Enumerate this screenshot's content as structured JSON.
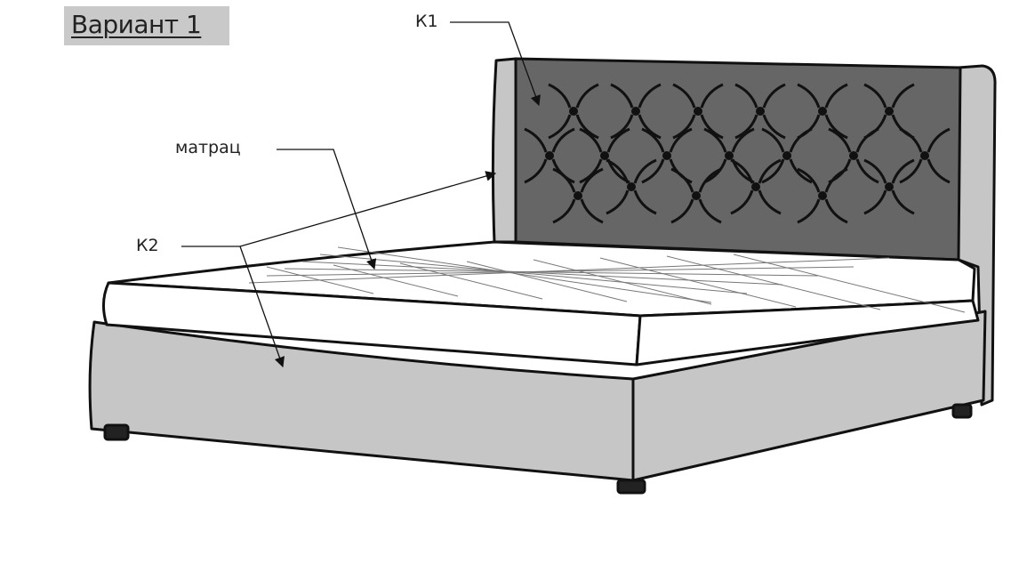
{
  "title": "Вариант 1",
  "labels": {
    "k1": "К1",
    "mattress": "матрац",
    "k2": "К2"
  },
  "colors": {
    "frame": "#c6c6c6",
    "headboard_panel": "#666666",
    "mattress": "#ffffff",
    "outline": "#111111"
  }
}
